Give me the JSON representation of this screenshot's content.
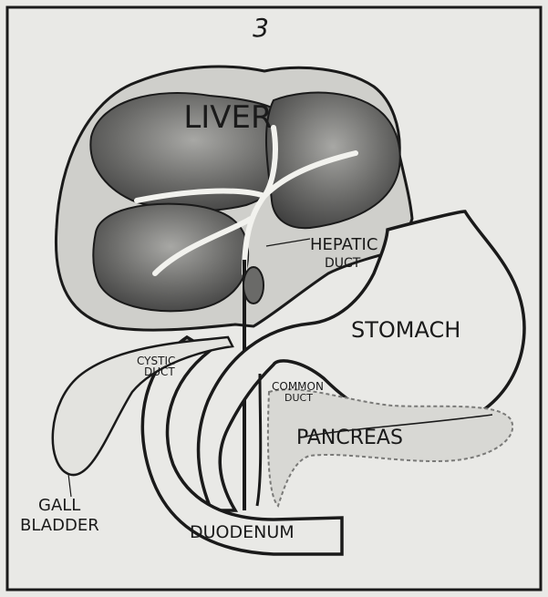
{
  "figure_number": "3",
  "labels": {
    "liver": "LIVER",
    "hepatic_duct_1": "HEPATIC",
    "hepatic_duct_2": "DUCT",
    "stomach": "STOMACH",
    "cystic_duct_1": "CYSTIC",
    "cystic_duct_2": "DUCT",
    "common_duct_1": "COMMON",
    "common_duct_2": "DUCT",
    "pancreas": "PANCREAS",
    "gall_bladder_1": "GALL",
    "gall_bladder_2": "BLADDER",
    "duodenum": "DUODENUM"
  },
  "colors": {
    "paper": "#e9e9e6",
    "ink": "#1a1a1a",
    "liver_dark": "#3d3d3d",
    "liver_light": "#8a8a8a"
  }
}
